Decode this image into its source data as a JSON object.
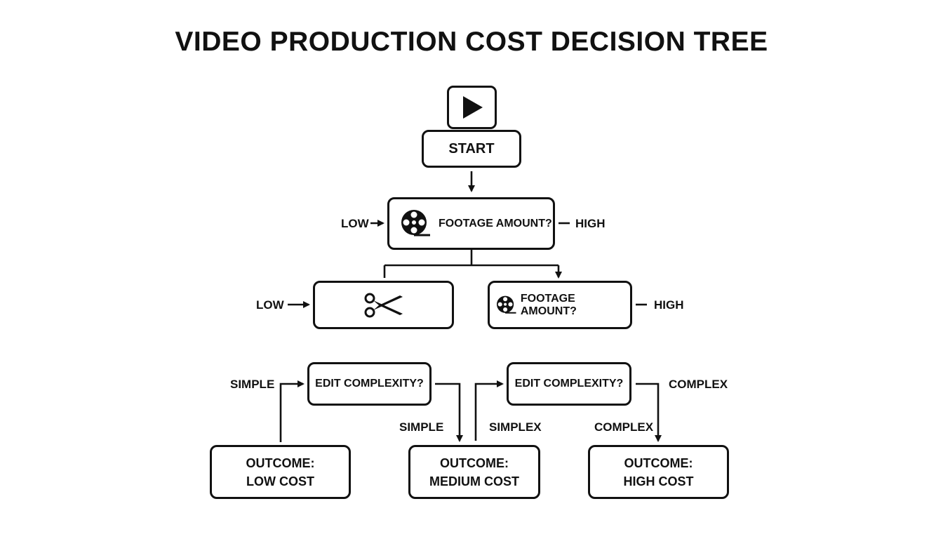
{
  "title": "VIDEO PRODUCTION COST DECISION TREE",
  "nodes": {
    "start": {
      "icon": "play-icon",
      "label": "START"
    },
    "footage_root": {
      "icon": "film-reel-icon",
      "label": "FOOTAGE AMOUNT?",
      "left_label": "LOW",
      "right_label": "HIGH"
    },
    "cut_node": {
      "icon": "scissors-icon",
      "left_label": "LOW"
    },
    "footage_right": {
      "icon": "film-reel-icon",
      "label": "FOOTAGE AMOUNT?",
      "right_label": "HIGH"
    },
    "edit_left": {
      "label": "EDIT COMPLEXITY?",
      "left_label": "SIMPLE",
      "lower_label": "SIMPLE"
    },
    "edit_right": {
      "label": "EDIT COMPLEXITY?",
      "left_label": "SIMPLEX",
      "right_label": "COMPLEX",
      "lower_label": "COMPLEX"
    }
  },
  "outcomes": [
    {
      "line1": "OUTCOME:",
      "line2": "LOW COST"
    },
    {
      "line1": "OUTCOME:",
      "line2": "MEDIUM COST"
    },
    {
      "line1": "OUTCOME:",
      "line2": "HIGH COST"
    }
  ]
}
